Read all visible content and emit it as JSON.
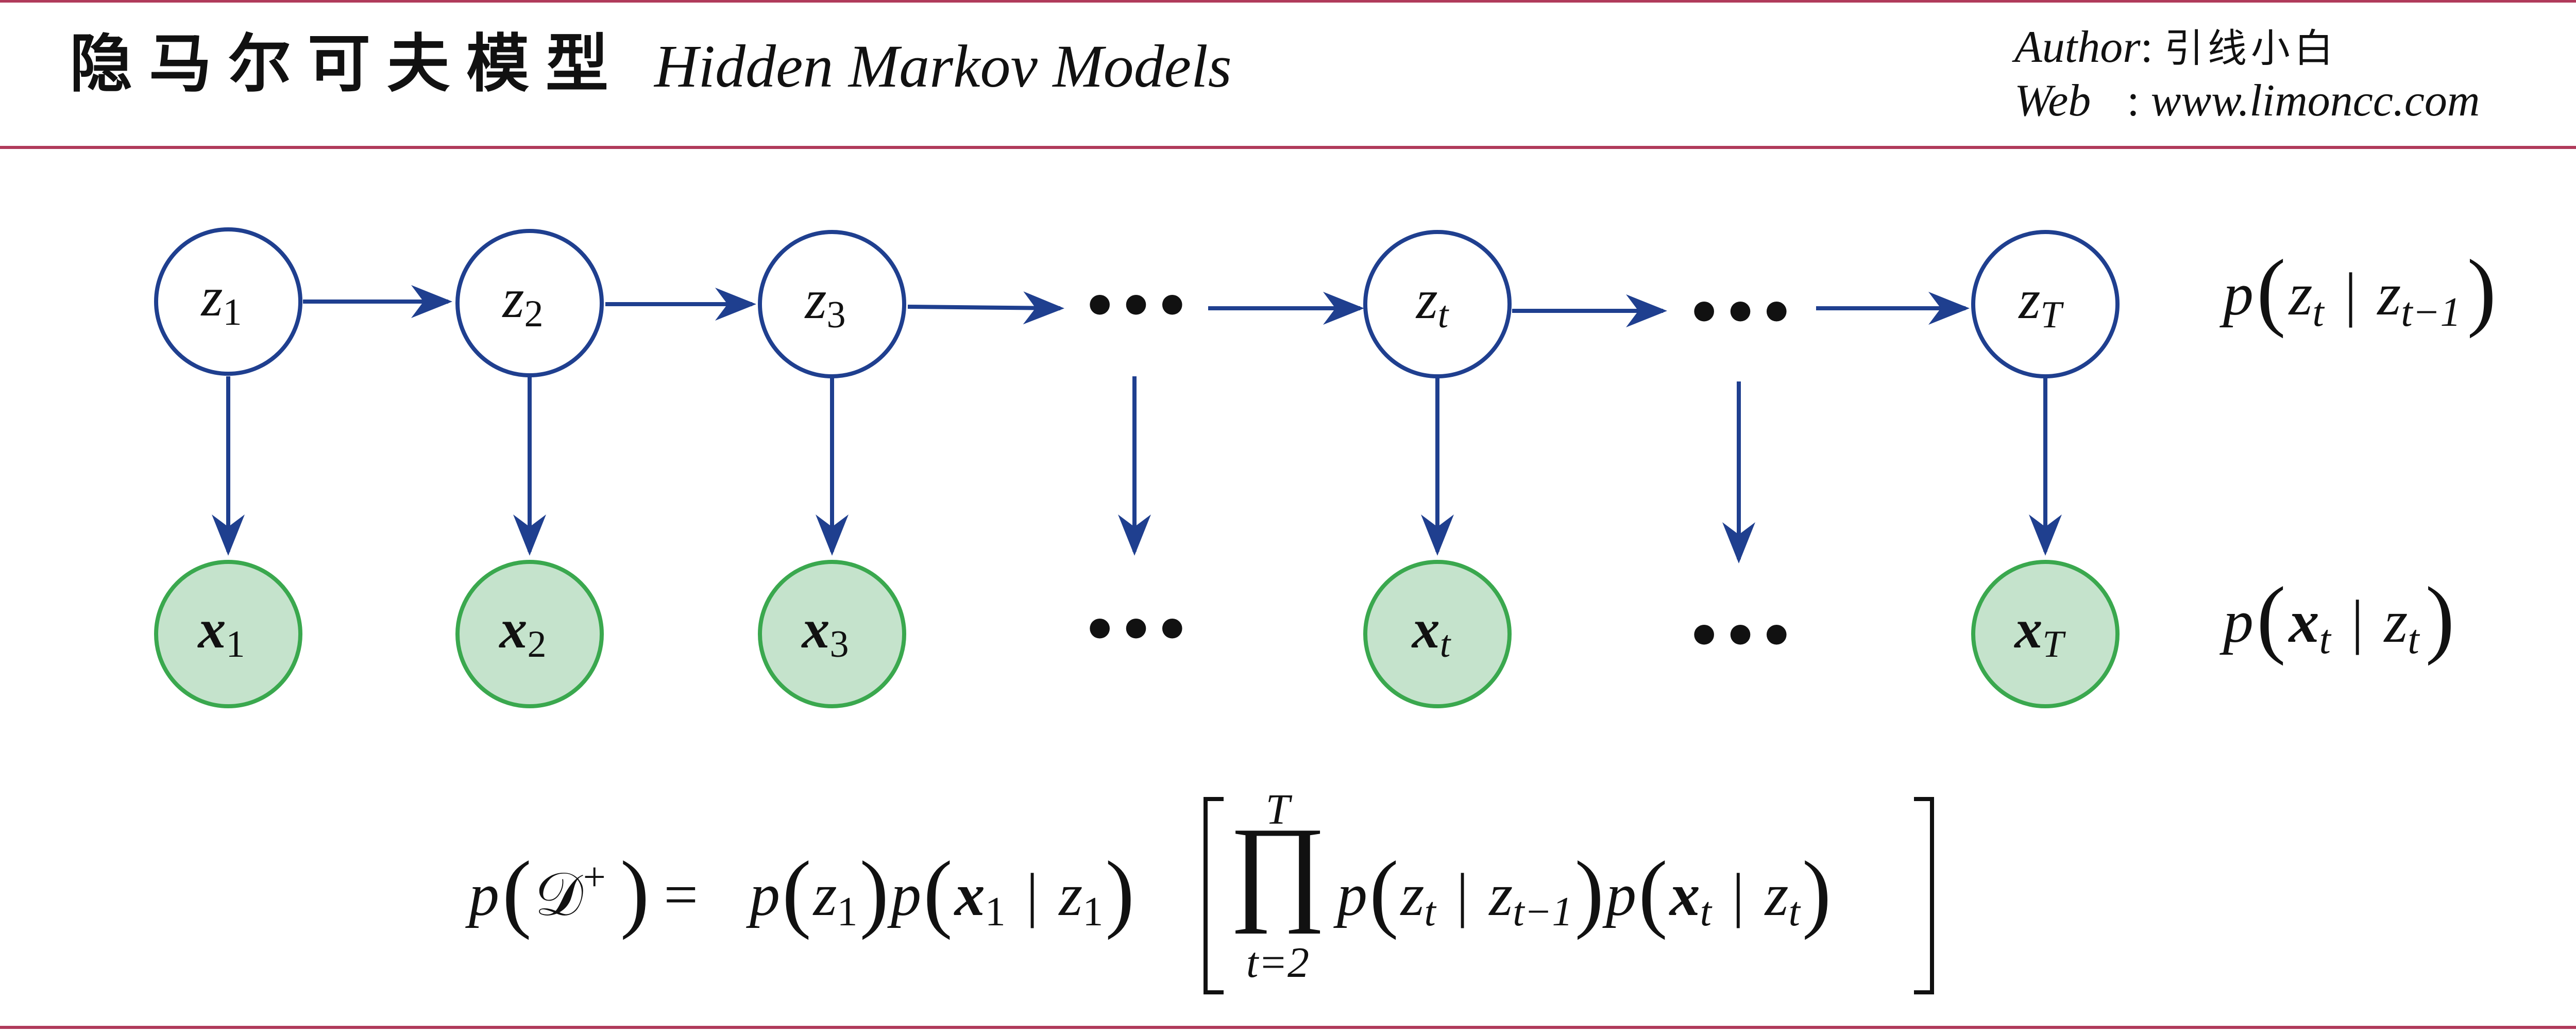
{
  "header": {
    "title_cn": "隐马尔可夫模型",
    "title_en": "Hidden Markov Models",
    "author_label": "Author",
    "author_value": "引线小白",
    "web_label": "Web",
    "web_value": "www.limoncc.com"
  },
  "colors": {
    "rule": "#b03a5b",
    "hidden_stroke": "#1f3f8f",
    "arrow": "#1f3f8f",
    "observed_stroke": "#3aa84e",
    "observed_fill": "#c5e3cc",
    "text": "#111111"
  },
  "hidden_nodes": [
    {
      "base": "z",
      "sub": "1"
    },
    {
      "base": "z",
      "sub": "2"
    },
    {
      "base": "z",
      "sub": "3"
    },
    {
      "base": "z",
      "sub": "t"
    },
    {
      "base": "z",
      "sub": "T"
    }
  ],
  "observed_nodes": [
    {
      "base": "x",
      "sub": "1"
    },
    {
      "base": "x",
      "sub": "2"
    },
    {
      "base": "x",
      "sub": "3"
    },
    {
      "base": "x",
      "sub": "t"
    },
    {
      "base": "x",
      "sub": "T"
    }
  ],
  "ellipsis": "•••",
  "transition_label": {
    "p": "p",
    "a": "z",
    "a_sub": "t",
    "bar": "|",
    "b": "z",
    "b_sub": "t−1"
  },
  "emission_label": {
    "p": "p",
    "a": "x",
    "a_sub": "t",
    "bar": "|",
    "b": "z",
    "b_sub": "t"
  },
  "formula": {
    "lhs_p": "p",
    "lhs_D": "𝒟",
    "lhs_sup": "+",
    "eq": "=",
    "p": "p",
    "z": "z",
    "x": "x",
    "one": "1",
    "t": "t",
    "tm1": "t−1",
    "bar": "|",
    "prod_upper": "T",
    "prod_symbol": "∏",
    "prod_lower": "t=2"
  }
}
